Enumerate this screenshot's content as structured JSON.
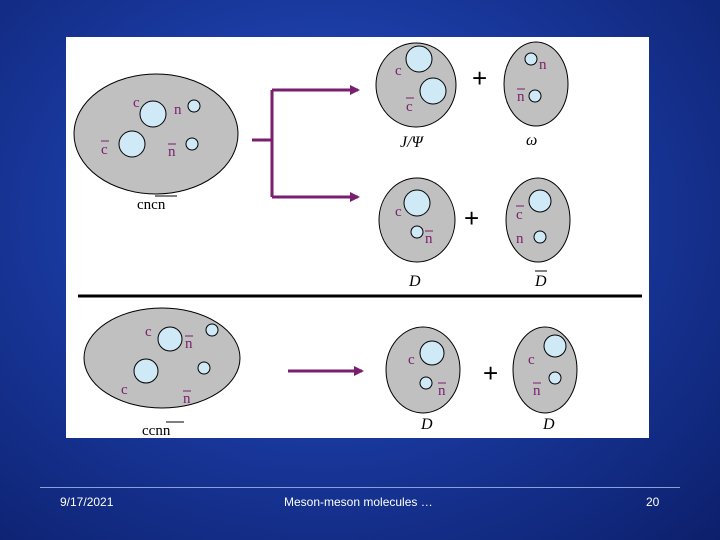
{
  "labels": {
    "c": "c",
    "n": "n",
    "cbar": "c",
    "nbar": "n",
    "cncn": "cncn",
    "ccnn": "ccnn",
    "jpsi": "J/Ψ",
    "omega": "ω",
    "D": "D",
    "Dbar": "D",
    "plus": "+"
  },
  "footer": {
    "date": "9/17/2021",
    "title": "Meson-meson molecules …",
    "page": "20"
  },
  "colors": {
    "arrow": "#7a1e6e",
    "quark_label": "#7a1e6e",
    "blob_fill": "#c0c0c0",
    "quark_fill": "#cfe9f7"
  }
}
